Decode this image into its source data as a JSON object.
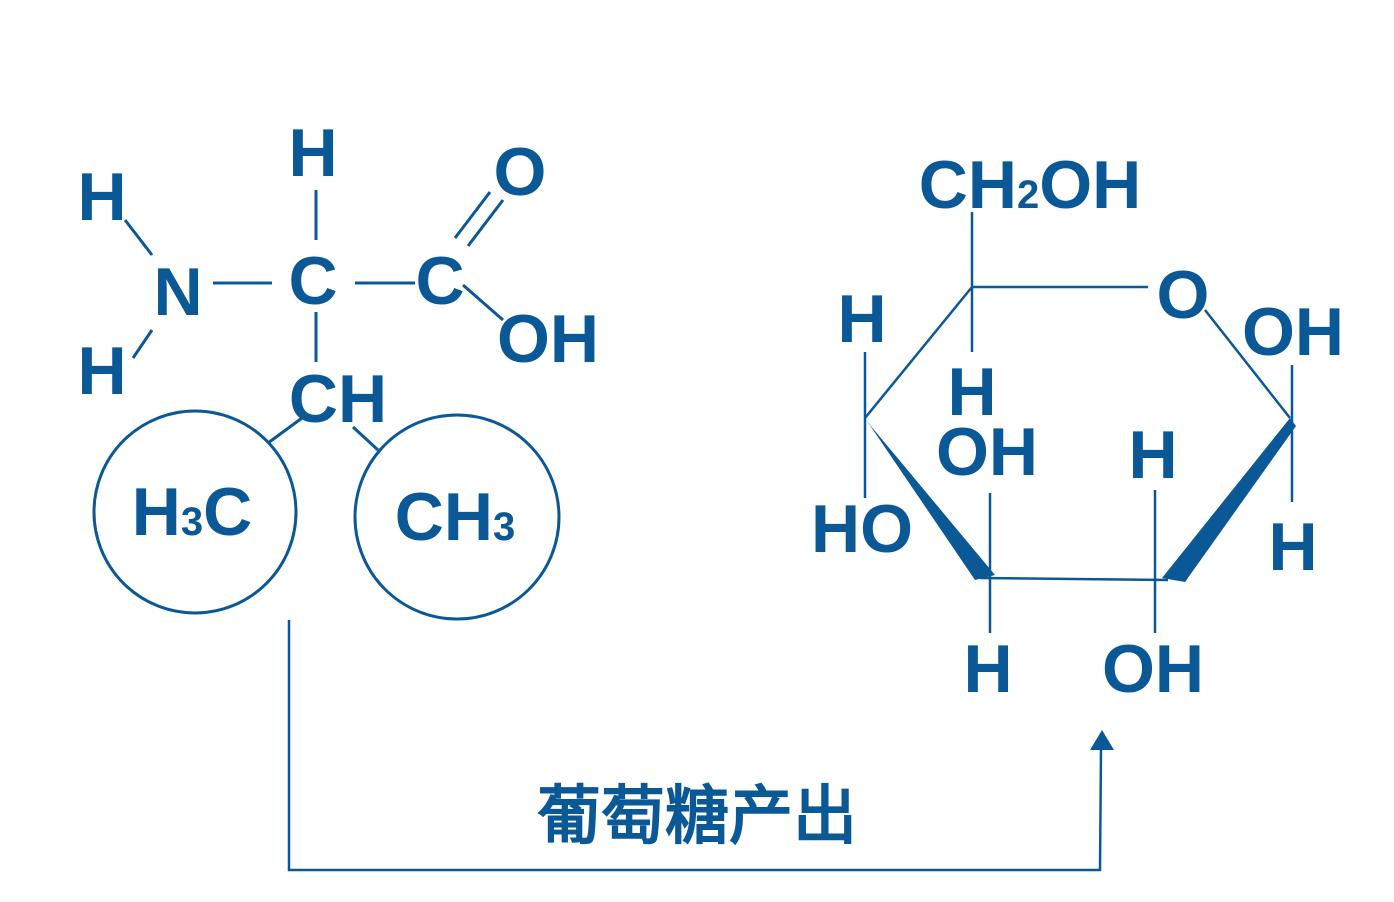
{
  "valine": {
    "h_left_top": "H",
    "n": "N",
    "h_left_bottom": "H",
    "h_top": "H",
    "c_alpha": "C",
    "c_carboxyl": "C",
    "o": "O",
    "oh": "OH",
    "ch": "CH",
    "methyl_left": {
      "h": "H",
      "sub": "3",
      "c": "C"
    },
    "methyl_right": {
      "ch": "CH",
      "sub": "3"
    }
  },
  "glucose": {
    "ch2oh": {
      "ch": "CH",
      "sub": "2",
      "oh": "OH"
    },
    "ring_o": "O",
    "c1_oh": "OH",
    "c1_h": "H",
    "c2_oh": "OH",
    "c2_h": "H",
    "c3_h": "H",
    "c3_oh": "OH",
    "c4_ho": "HO",
    "c4_h": "H",
    "c5_h": "H"
  },
  "caption": "葡萄糖产出",
  "colors": {
    "primary": "#0b5896",
    "background": "#ffffff"
  }
}
